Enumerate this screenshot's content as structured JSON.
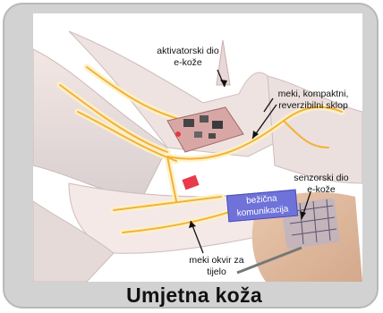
{
  "labels": {
    "actuator_line1": "aktivatorski dio",
    "actuator_line2": "e-kože",
    "assembly_line1": "meki, kompaktni,",
    "assembly_line2": "reverzibilni sklop",
    "sensor_line1": "senzorski dio",
    "sensor_line2": "e-kože",
    "wireless_line1": "bežična",
    "wireless_line2": "komunikacija",
    "frame_line1": "meki okvir za",
    "frame_line2": "tijelo"
  },
  "caption": "Umjetna koža",
  "colors": {
    "slide_frame": "#d2d2d2",
    "wireless_box": "#6f72d9",
    "circuit_trace": "#f2b23a",
    "circuit_glow": "#fff1c4"
  }
}
